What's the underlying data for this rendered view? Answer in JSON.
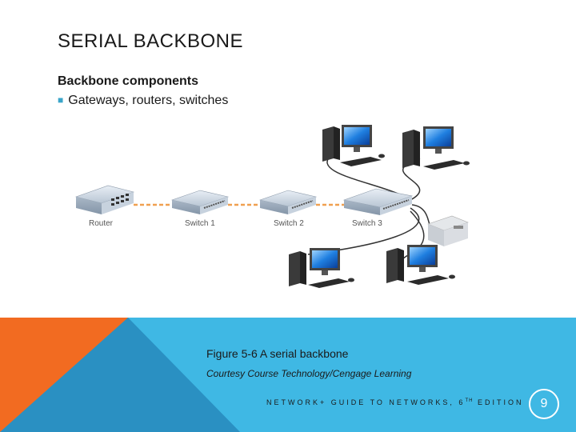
{
  "slide": {
    "title": "SERIAL BACKBONE",
    "heading": "Backbone components",
    "bullet": "Gateways, routers, switches"
  },
  "diagram": {
    "router_label": "Router",
    "switch1_label": "Switch 1",
    "switch2_label": "Switch 2",
    "switch3_label": "Switch 3"
  },
  "footer": {
    "caption": "Figure 5-6 A serial backbone",
    "credit": "Courtesy Course Technology/Cengage Learning",
    "edition_main": "NETWORK+ GUIDE TO NETWORKS, 6",
    "edition_sup": "TH",
    "edition_end": " EDITION",
    "page_number": "9"
  },
  "colors": {
    "orange": "#f26b21",
    "blue": "#38b0de",
    "dark_blue": "#2a90c2",
    "link": "#f0a050"
  }
}
